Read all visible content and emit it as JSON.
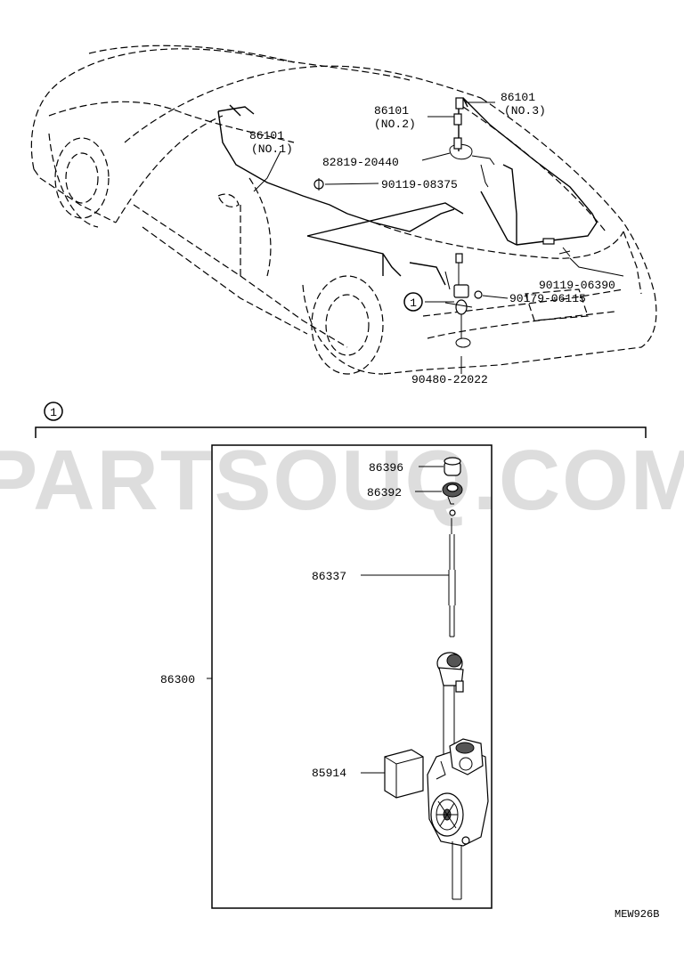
{
  "labels": {
    "l86101_no3_a": "86101",
    "l86101_no3_b": "(NO.3)",
    "l86101_no2_a": "86101",
    "l86101_no2_b": "(NO.2)",
    "l86101_no1_a": "86101",
    "l86101_no1_b": "(NO.1)",
    "l82819": "82819-20440",
    "l90119_08375": "90119-08375",
    "l90119_06390": "90119-06390",
    "l90179": "90179-06115",
    "l90480": "90480-22022",
    "callout_1_top": "1",
    "callout_1_detail": "1",
    "l86396": "86396",
    "l86392": "86392",
    "l86337": "86337",
    "l86300": "86300",
    "l85914": "85914"
  },
  "watermark": "PARTSOUQ.COM",
  "diagram_code": "MEW926B"
}
